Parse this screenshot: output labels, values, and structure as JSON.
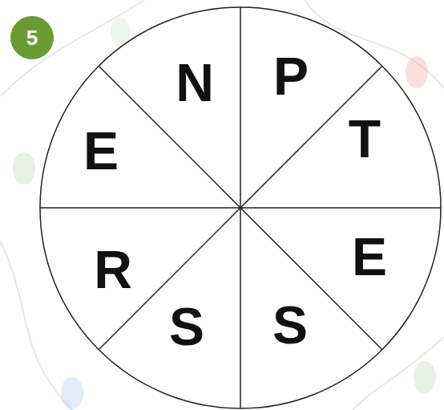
{
  "diagram": {
    "nodes": [
      {
        "text": [
          "5"
        ]
      }
    ],
    "labels": [
      "N",
      "P",
      "T",
      "E",
      "S",
      "S",
      "R",
      "E"
    ]
  }
}
